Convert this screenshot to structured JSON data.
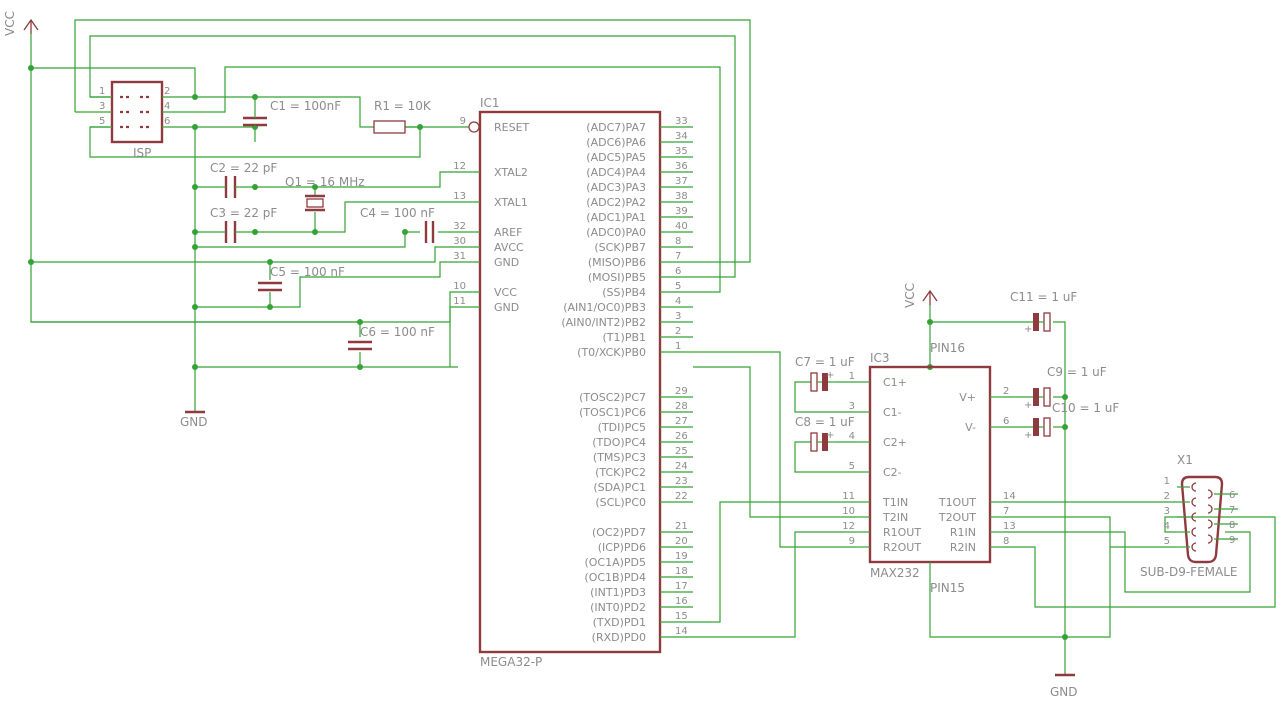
{
  "power": {
    "vcc": "VCC",
    "gnd": "GND"
  },
  "isp": {
    "name": "ISP",
    "pins": [
      "1",
      "2",
      "3",
      "4",
      "5",
      "6"
    ]
  },
  "ic1": {
    "ref": "IC1",
    "value": "MEGA32-P",
    "left_pins": [
      {
        "num": "9",
        "label": "RESET"
      },
      {
        "num": "12",
        "label": "XTAL2"
      },
      {
        "num": "13",
        "label": "XTAL1"
      },
      {
        "num": "32",
        "label": "AREF"
      },
      {
        "num": "30",
        "label": "AVCC"
      },
      {
        "num": "31",
        "label": "GND"
      },
      {
        "num": "10",
        "label": "VCC"
      },
      {
        "num": "11",
        "label": "GND"
      }
    ],
    "right_pins": [
      {
        "num": "33",
        "label": "(ADC7)PA7"
      },
      {
        "num": "34",
        "label": "(ADC6)PA6"
      },
      {
        "num": "35",
        "label": "(ADC5)PA5"
      },
      {
        "num": "36",
        "label": "(ADC4)PA4"
      },
      {
        "num": "37",
        "label": "(ADC3)PA3"
      },
      {
        "num": "38",
        "label": "(ADC2)PA2"
      },
      {
        "num": "39",
        "label": "(ADC1)PA1"
      },
      {
        "num": "40",
        "label": "(ADC0)PA0"
      },
      {
        "num": "8",
        "label": "(SCK)PB7"
      },
      {
        "num": "7",
        "label": "(MISO)PB6"
      },
      {
        "num": "6",
        "label": "(MOSI)PB5"
      },
      {
        "num": "5",
        "label": "(SS)PB4"
      },
      {
        "num": "4",
        "label": "(AIN1/OC0)PB3"
      },
      {
        "num": "3",
        "label": "(AIN0/INT2)PB2"
      },
      {
        "num": "2",
        "label": "(T1)PB1"
      },
      {
        "num": "1",
        "label": "(T0/XCK)PB0"
      },
      {
        "num": "29",
        "label": "(TOSC2)PC7"
      },
      {
        "num": "28",
        "label": "(TOSC1)PC6"
      },
      {
        "num": "27",
        "label": "(TDI)PC5"
      },
      {
        "num": "26",
        "label": "(TDO)PC4"
      },
      {
        "num": "25",
        "label": "(TMS)PC3"
      },
      {
        "num": "24",
        "label": "(TCK)PC2"
      },
      {
        "num": "23",
        "label": "(SDA)PC1"
      },
      {
        "num": "22",
        "label": "(SCL)PC0"
      },
      {
        "num": "21",
        "label": "(OC2)PD7"
      },
      {
        "num": "20",
        "label": "(ICP)PD6"
      },
      {
        "num": "19",
        "label": "(OC1A)PD5"
      },
      {
        "num": "18",
        "label": "(OC1B)PD4"
      },
      {
        "num": "17",
        "label": "(INT1)PD3"
      },
      {
        "num": "16",
        "label": "(INT0)PD2"
      },
      {
        "num": "15",
        "label": "(TXD)PD1"
      },
      {
        "num": "14",
        "label": "(RXD)PD0"
      }
    ]
  },
  "ic3": {
    "ref": "IC3",
    "value": "MAX232",
    "pin16": "PIN16",
    "pin15": "PIN15",
    "left_pins": [
      {
        "num": "1",
        "label": "C1+"
      },
      {
        "num": "3",
        "label": "C1-"
      },
      {
        "num": "4",
        "label": "C2+"
      },
      {
        "num": "5",
        "label": "C2-"
      },
      {
        "num": "11",
        "label": "T1IN"
      },
      {
        "num": "10",
        "label": "T2IN"
      },
      {
        "num": "12",
        "label": "R1OUT"
      },
      {
        "num": "9",
        "label": "R2OUT"
      }
    ],
    "right_pins": [
      {
        "num": "2",
        "label": "V+"
      },
      {
        "num": "6",
        "label": "V-"
      },
      {
        "num": "14",
        "label": "T1OUT"
      },
      {
        "num": "7",
        "label": "T2OUT"
      },
      {
        "num": "13",
        "label": "R1IN"
      },
      {
        "num": "8",
        "label": "R2IN"
      }
    ]
  },
  "x1": {
    "ref": "X1",
    "value": "SUB-D9-FEMALE",
    "left_pins": [
      "1",
      "2",
      "3",
      "4",
      "5"
    ],
    "right_pins": [
      "6",
      "7",
      "8",
      "9"
    ]
  },
  "components": {
    "c1": "C1 = 100nF",
    "r1": "R1 = 10K",
    "c2": "C2 = 22 pF",
    "q1": "Q1 = 16 MHz",
    "c3": "C3 = 22 pF",
    "c4": "C4 = 100 nF",
    "c5": "C5 = 100 nF",
    "c6": "C6 = 100 nF",
    "c7": "C7 = 1 uF",
    "c8": "C8 = 1 uF",
    "c9": "C9 = 1 uF",
    "c10": "C10 = 1 uF",
    "c11": "C11 = 1 uF"
  },
  "colors": {
    "wire": "#35a235",
    "part": "#8e3a3f",
    "text": "#8c8c8c"
  }
}
